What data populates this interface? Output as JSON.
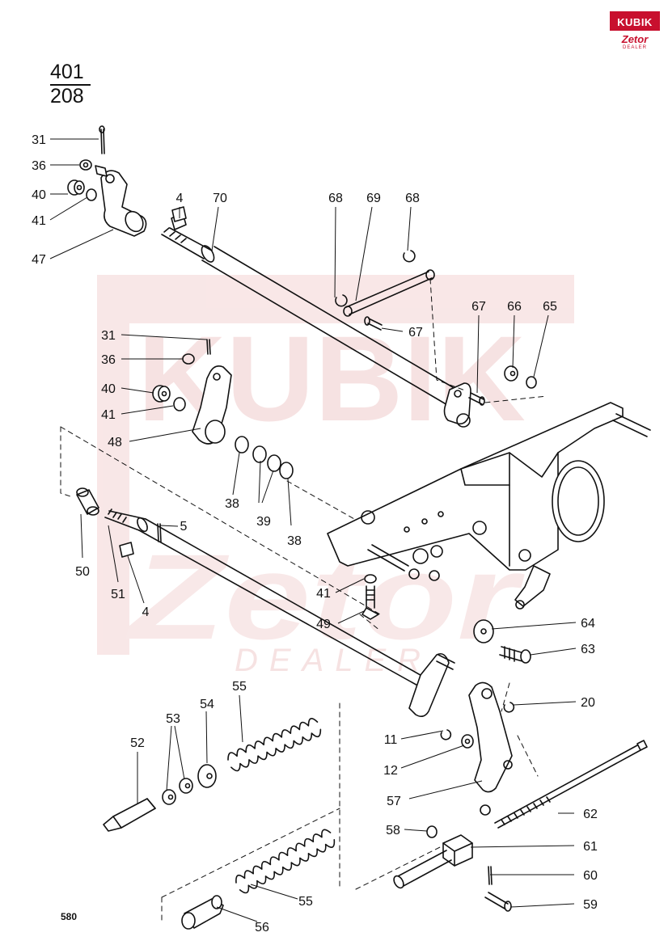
{
  "brand": {
    "name": "KUBIK",
    "sub": "Zetor",
    "dealer": "DEALER",
    "color": "#c8102e"
  },
  "header": {
    "numerator": "401",
    "denominator": "208"
  },
  "page_number": "580",
  "watermark": {
    "line1": "KUBIK",
    "line2": "Zetor",
    "line3": "DEALER",
    "color": "#f2c9c9"
  },
  "callouts": {
    "c31a": "31",
    "c36a": "36",
    "c40a": "40",
    "c41a": "41",
    "c47": "47",
    "c4a": "4",
    "c70": "70",
    "c68a": "68",
    "c69": "69",
    "c68b": "68",
    "c67a": "67",
    "c67b": "67",
    "c66": "66",
    "c65": "65",
    "c31b": "31",
    "c36b": "36",
    "c40b": "40",
    "c41b": "41",
    "c48": "48",
    "c38a": "38",
    "c39": "39",
    "c38b": "38",
    "c50": "50",
    "c51": "51",
    "c4b": "4",
    "c5": "5",
    "c41c": "41",
    "c49": "49",
    "c64": "64",
    "c63": "63",
    "c55a": "55",
    "c54": "54",
    "c53": "53",
    "c52": "52",
    "c20": "20",
    "c11": "11",
    "c12": "12",
    "c57": "57",
    "c62": "62",
    "c58": "58",
    "c61": "61",
    "c60": "60",
    "c59": "59",
    "c55b": "55",
    "c56": "56"
  }
}
